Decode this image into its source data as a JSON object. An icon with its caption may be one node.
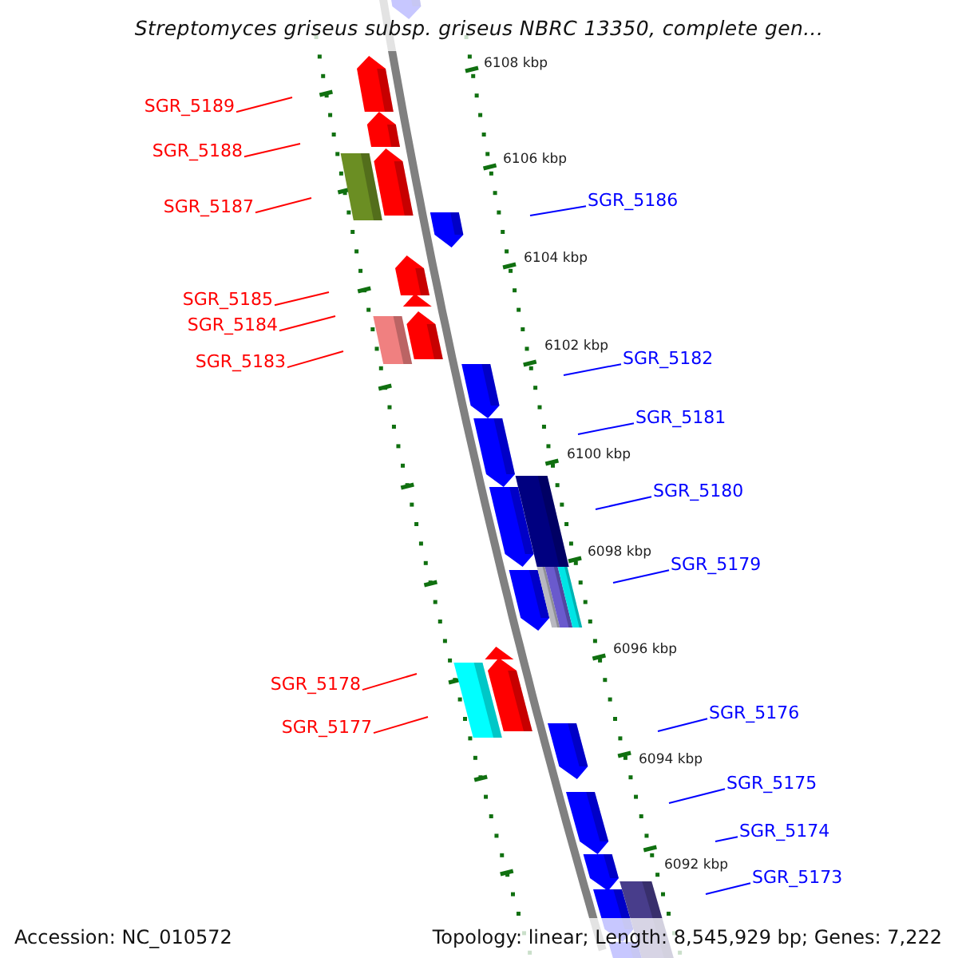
{
  "diagram": {
    "title": "Streptomyces griseus subsp. griseus NBRC 13350, complete gen...",
    "nodes": [
      {
        "text": [
          "SGR_5189"
        ]
      },
      {
        "text": [
          "SGR_5188"
        ]
      },
      {
        "text": [
          "SGR_5187"
        ]
      },
      {
        "text": [
          "SGR_5186"
        ]
      },
      {
        "text": [
          "SGR_5185"
        ]
      },
      {
        "text": [
          "SGR_5184"
        ]
      },
      {
        "text": [
          "SGR_5183"
        ]
      },
      {
        "text": [
          "SGR_5182"
        ]
      },
      {
        "text": [
          "SGR_5181"
        ]
      },
      {
        "text": [
          "SGR_5180"
        ]
      },
      {
        "text": [
          "SGR_5179"
        ]
      },
      {
        "text": [
          "SGR_5178"
        ]
      },
      {
        "text": [
          "SGR_5177"
        ]
      },
      {
        "text": [
          "SGR_5176"
        ]
      },
      {
        "text": [
          "SGR_5175"
        ]
      },
      {
        "text": [
          "SGR_5174"
        ]
      },
      {
        "text": [
          "SGR_5173"
        ]
      }
    ],
    "edges": [
      {
        "from": 0,
        "to": null,
        "arrow": "none",
        "color": "#ff0000"
      },
      {
        "from": 1,
        "to": null,
        "arrow": "none",
        "color": "#ff0000"
      },
      {
        "from": 2,
        "to": null,
        "arrow": "none",
        "color": "#ff0000"
      },
      {
        "from": 3,
        "to": null,
        "arrow": "none"
      },
      {
        "from": 4,
        "to": null,
        "arrow": "none",
        "color": "#ff0000"
      },
      {
        "from": 5,
        "to": null,
        "arrow": "none",
        "color": "#ff0000"
      },
      {
        "from": 6,
        "to": null,
        "arrow": "none",
        "color": "#ff0000"
      },
      {
        "from": 7,
        "to": null,
        "arrow": "none"
      },
      {
        "from": 8,
        "to": null,
        "arrow": "none"
      },
      {
        "from": 9,
        "to": null,
        "arrow": "none"
      },
      {
        "from": 10,
        "to": null,
        "arrow": "none"
      },
      {
        "from": 11,
        "to": null,
        "arrow": "none",
        "color": "#ff0000"
      },
      {
        "from": 12,
        "to": null,
        "arrow": "none",
        "color": "#ff0000"
      },
      {
        "from": 13,
        "to": null,
        "arrow": "none"
      },
      {
        "from": 14,
        "to": null,
        "arrow": "none"
      },
      {
        "from": 15,
        "to": null,
        "arrow": "none"
      },
      {
        "from": 16,
        "to": null,
        "arrow": "none"
      }
    ],
    "labels": [
      "6108 kbp",
      "6106 kbp",
      "6104 kbp",
      "6102 kbp",
      "6100 kbp",
      "6098 kbp",
      "6096 kbp",
      "6094 kbp",
      "6092 kbp",
      "Accession: NC_010572",
      "Topology: linear; Length: 8,545,929 bp; Genes: 7,222"
    ]
  }
}
